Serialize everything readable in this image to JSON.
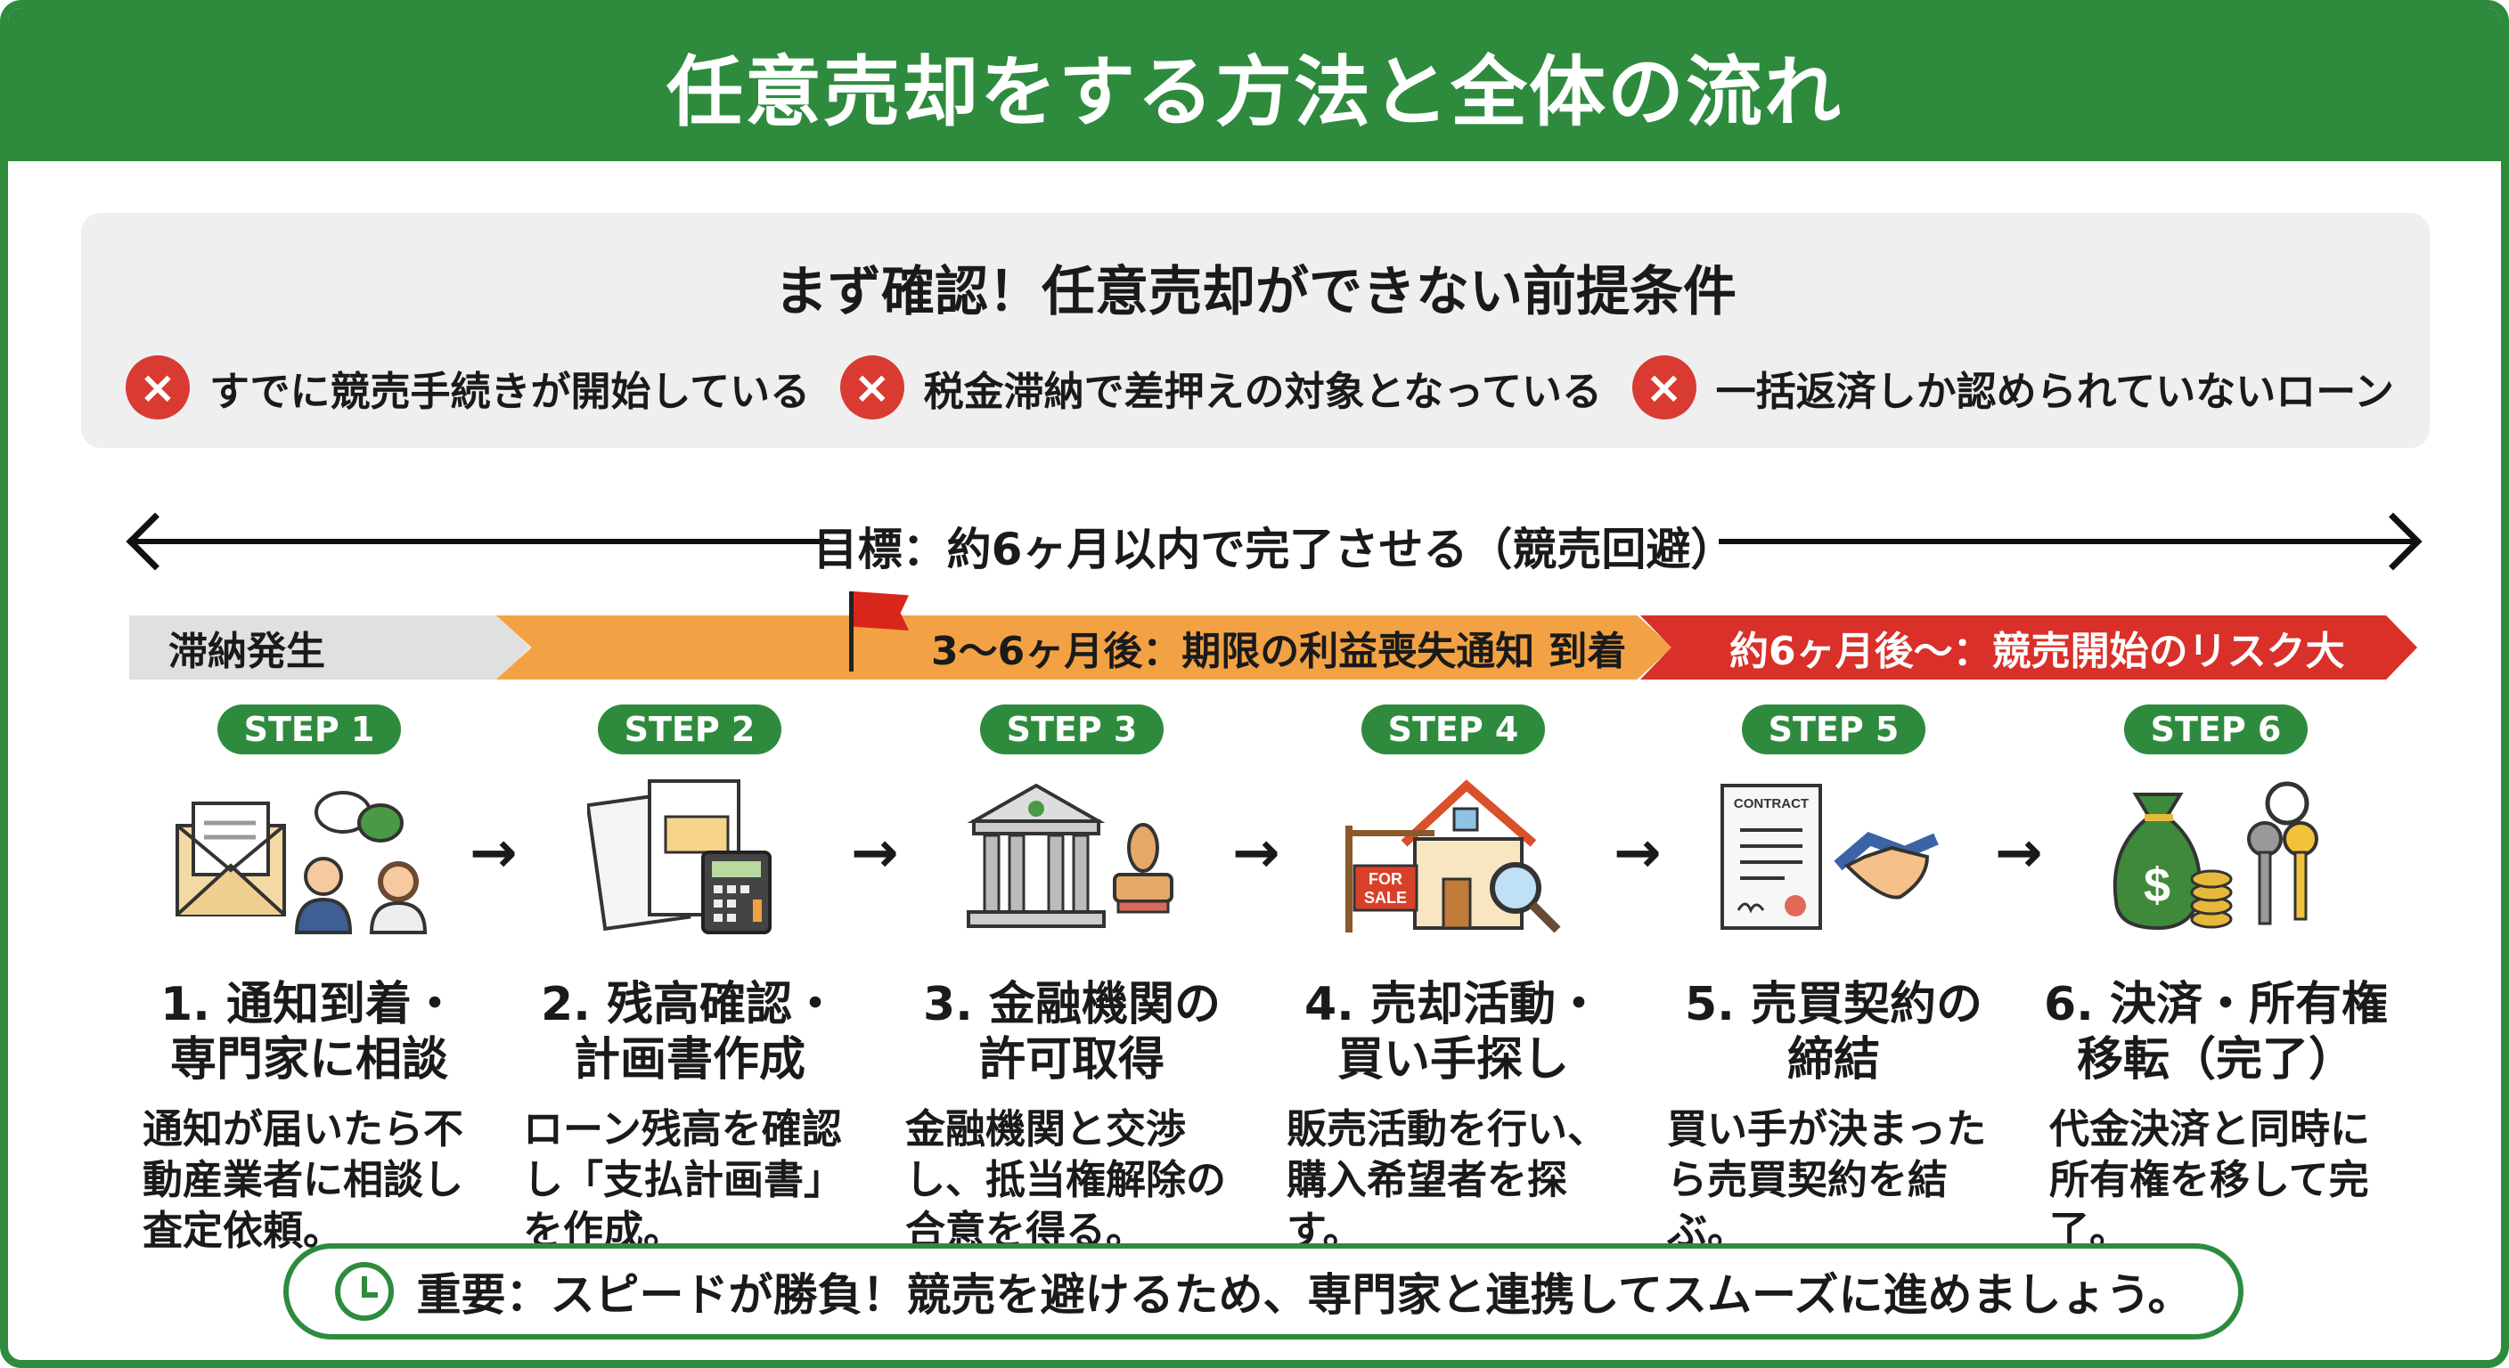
{
  "header": {
    "title": "任意売却をする方法と全体の流れ"
  },
  "prerequisites": {
    "title": "まず確認！任意売却ができない前提条件",
    "items": [
      "すでに競売手続きが開始している",
      "税金滞納で差押えの対象となっている",
      "一括返済しか認められていないローン"
    ],
    "icon": "×"
  },
  "goal": {
    "text": "目標：約6ヶ月以内で完了させる（競売回避）"
  },
  "timeline": {
    "segments": [
      {
        "label": "滞納発生",
        "color": "#e0e0e0"
      },
      {
        "label": "3〜6ヶ月後：期限の利益喪失通知 到着",
        "color": "#f2a244"
      },
      {
        "label": "約6ヶ月後〜：競売開始のリスク大",
        "color": "#d9302a"
      }
    ]
  },
  "steps": [
    {
      "badge": "STEP 1",
      "title_lines": [
        "1. 通知到着・",
        "専門家に相談"
      ],
      "desc": "通知が届いたら不動産業者に相談し査定依頼。",
      "icon": "envelope-consult-icon"
    },
    {
      "badge": "STEP 2",
      "title_lines": [
        "2. 残高確認・",
        "計画書作成"
      ],
      "desc": "ローン残高を確認し「支払計画書」を作成。",
      "icon": "documents-calculator-icon"
    },
    {
      "badge": "STEP 3",
      "title_lines": [
        "3. 金融機関の",
        "許可取得"
      ],
      "desc": "金融機関と交渉し、抵当権解除の合意を得る。",
      "icon": "bank-stamp-icon"
    },
    {
      "badge": "STEP 4",
      "title_lines": [
        "4. 売却活動・",
        "買い手探し"
      ],
      "desc": "販売活動を行い、購入希望者を探す。",
      "icon": "house-for-sale-icon",
      "sign": [
        "FOR",
        "SALE"
      ]
    },
    {
      "badge": "STEP 5",
      "title_lines": [
        "5. 売買契約の",
        "締結"
      ],
      "desc": "買い手が決まったら売買契約を結ぶ。",
      "icon": "contract-handshake-icon",
      "doc_label": "CONTRACT"
    },
    {
      "badge": "STEP 6",
      "title_lines": [
        "6. 決済・所有権",
        "移転（完了）"
      ],
      "desc": "代金決済と同時に所有権を移して完了。",
      "icon": "money-keys-icon"
    }
  ],
  "arrow_glyph": "→",
  "bottom": {
    "text": "重要：スピードが勝負！競売を避けるため、専門家と連携してスムーズに進めましょう。"
  },
  "colors": {
    "green": "#2e8b3e",
    "red": "#d9302a",
    "orange": "#f2a244",
    "gray": "#e0e0e0"
  }
}
